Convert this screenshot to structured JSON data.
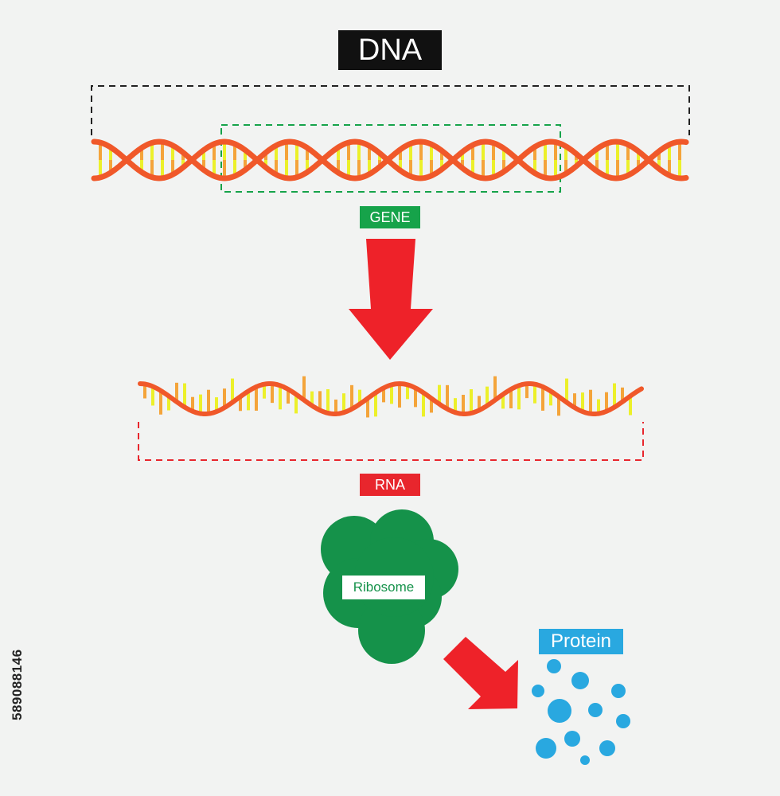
{
  "labels": {
    "dna": "DNA",
    "gene": "GENE",
    "rna": "RNA",
    "ribosome": "Ribosome",
    "protein": "Protein",
    "stock_id": "589088146"
  },
  "colors": {
    "background": "#f2f3f2",
    "dna_label_bg": "#111111",
    "gene_green": "#16a34a",
    "rna_red": "#e8262d",
    "ribosome_green": "#15924a",
    "protein_blue": "#29a8e0",
    "strand_orange": "#f0582a",
    "rung_orange": "#f4a43a",
    "rung_yellow": "#ecf02a",
    "arrow_red": "#ee2229",
    "dna_bracket": "#222222"
  },
  "icons": {
    "dna_helix": "double-helix-icon",
    "rna_strand": "single-strand-icon",
    "ribosome": "ribosome-blob-icon",
    "protein": "protein-dots-icon",
    "arrow": "arrow-down-icon"
  }
}
